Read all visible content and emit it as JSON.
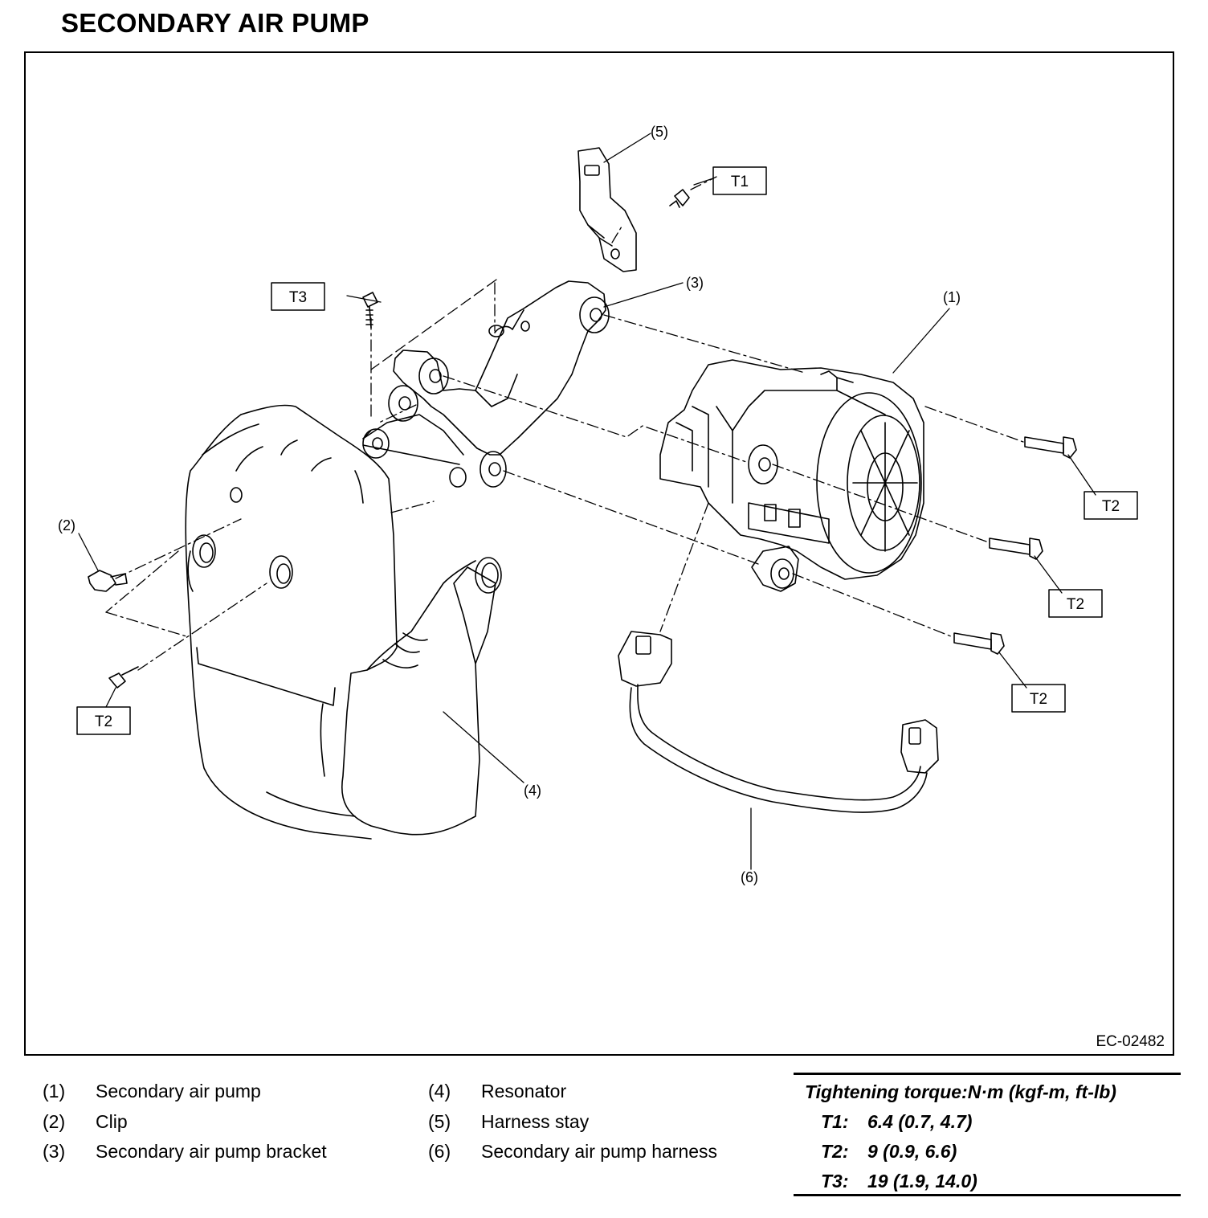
{
  "title": "SECONDARY AIR PUMP",
  "figure": {
    "code": "EC-02482",
    "callouts": [
      "(1)",
      "(2)",
      "(3)",
      "(4)",
      "(5)",
      "(6)"
    ],
    "torque_tags": [
      "T1",
      "T2",
      "T3"
    ]
  },
  "legend": [
    {
      "num": "(1)",
      "label": "Secondary air pump"
    },
    {
      "num": "(2)",
      "label": "Clip"
    },
    {
      "num": "(3)",
      "label": "Secondary air pump bracket"
    },
    {
      "num": "(4)",
      "label": "Resonator"
    },
    {
      "num": "(5)",
      "label": "Harness stay"
    },
    {
      "num": "(6)",
      "label": "Secondary air pump harness"
    }
  ],
  "torque": {
    "header": "Tightening torque:N·m (kgf-m, ft-lb)",
    "rows": [
      {
        "key": "T1:",
        "value": "6.4 (0.7, 4.7)"
      },
      {
        "key": "T2:",
        "value": "9 (0.9, 6.6)"
      },
      {
        "key": "T3:",
        "value": "19 (1.9, 14.0)"
      }
    ]
  }
}
